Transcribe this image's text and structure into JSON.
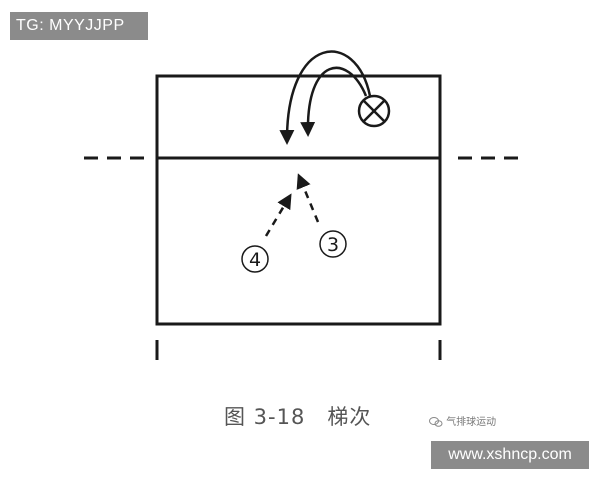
{
  "watermark_top": "TG: MYYJJPP",
  "watermark_bottom": "www.xshncp.com",
  "caption": {
    "figure_number": "图 3-18",
    "title": "梯次"
  },
  "brand": "气排球运动",
  "labels": {
    "player_4": "4",
    "player_3": "3"
  },
  "icons": {
    "target": "circle-x-icon",
    "brand": "wechat-icon"
  },
  "colors": {
    "line": "#1a1a1a",
    "watermark_bg": "#8b8b8b",
    "caption": "#555555"
  }
}
